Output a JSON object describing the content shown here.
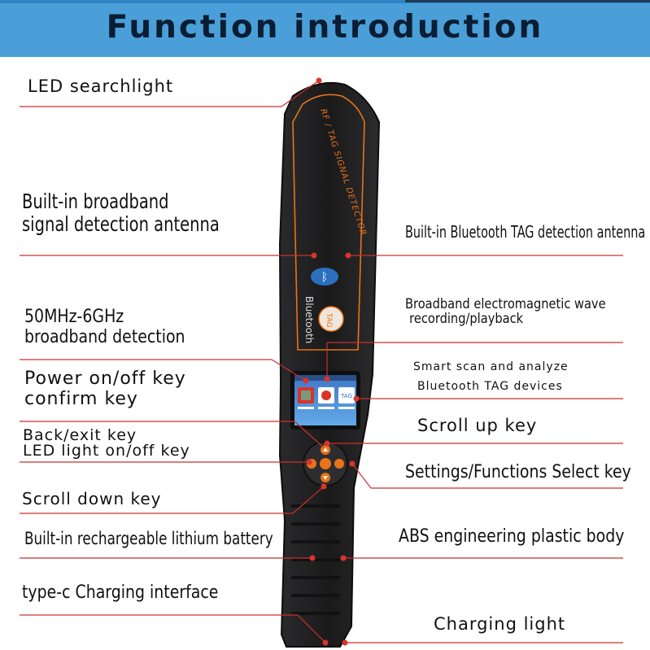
{
  "header": {
    "title": "Function introduction"
  },
  "device": {
    "engraving": "RF / TAG SIGNAL DETECTOR",
    "bluetooth_text": "Bluetooth",
    "tag_badge": "TAG",
    "screen_tiles": [
      "TAG"
    ]
  },
  "labels": {
    "led_searchlight": "LED searchlight",
    "antenna_line1": "Built-in broadband",
    "antenna_line2": "signal detection antenna",
    "bt_antenna": "Built-in Bluetooth TAG detection antenna",
    "freq_line1": "50MHz-6GHz",
    "freq_line2": "broadband detection",
    "em_line1": "Broadband electromagnetic wave",
    "em_line2": "recording/playback",
    "power_line1": "Power on/off key",
    "power_line2": "confirm key",
    "smart_line1": "Smart scan and analyze",
    "smart_line2": "Bluetooth TAG devices",
    "scroll_up": "Scroll up key",
    "back_line1": "Back/exit key",
    "back_line2": "LED light on/off key",
    "settings": "Settings/Functions Select key",
    "scroll_down": "Scroll down key",
    "battery": "Built-in rechargeable lithium battery",
    "abs": "ABS engineering plastic body",
    "typec": "type-c Charging interface",
    "charging_light": "Charging light"
  },
  "colors": {
    "banner": "#4a9fd8",
    "title": "#0b1d33",
    "leader_line": "#c9302c",
    "dot": "#d9342b",
    "device_body": "#1f1f21",
    "accent_orange": "#e8731a"
  }
}
